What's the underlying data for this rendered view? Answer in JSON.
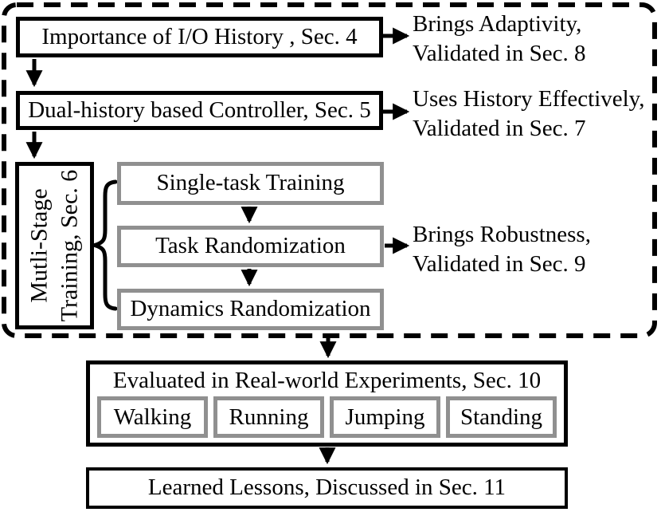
{
  "figure": {
    "type": "paper-structure-flowchart",
    "colors": {
      "box_border": "#000000",
      "gray_border": "#909090",
      "text": "#000000",
      "background": "#ffffff"
    },
    "nodes": {
      "sec4": {
        "label": "Importance of I/O History , Sec. 4"
      },
      "sec5": {
        "label": "Dual-history based Controller, Sec. 5"
      },
      "sec6": {
        "line1": "Mutli-Stage",
        "line2": "Training, Sec. 6"
      },
      "stage1": {
        "label": "Single-task Training"
      },
      "stage2": {
        "label": "Task Randomization"
      },
      "stage3": {
        "label": "Dynamics Randomization"
      },
      "sec10": {
        "label": "Evaluated in Real-world Experiments, Sec. 10",
        "tasks": [
          "Walking",
          "Running",
          "Jumping",
          "Standing"
        ]
      },
      "sec11": {
        "label": "Learned Lessons, Discussed in Sec. 11"
      }
    },
    "annotations": {
      "adaptivity": {
        "line1": "Brings Adaptivity,",
        "line2": "Validated in Sec. 8"
      },
      "history": {
        "line1": "Uses History Effectively,",
        "line2": "Validated in Sec. 7"
      },
      "robustness": {
        "line1": "Brings Robustness,",
        "line2": "Validated in Sec. 9"
      }
    }
  }
}
